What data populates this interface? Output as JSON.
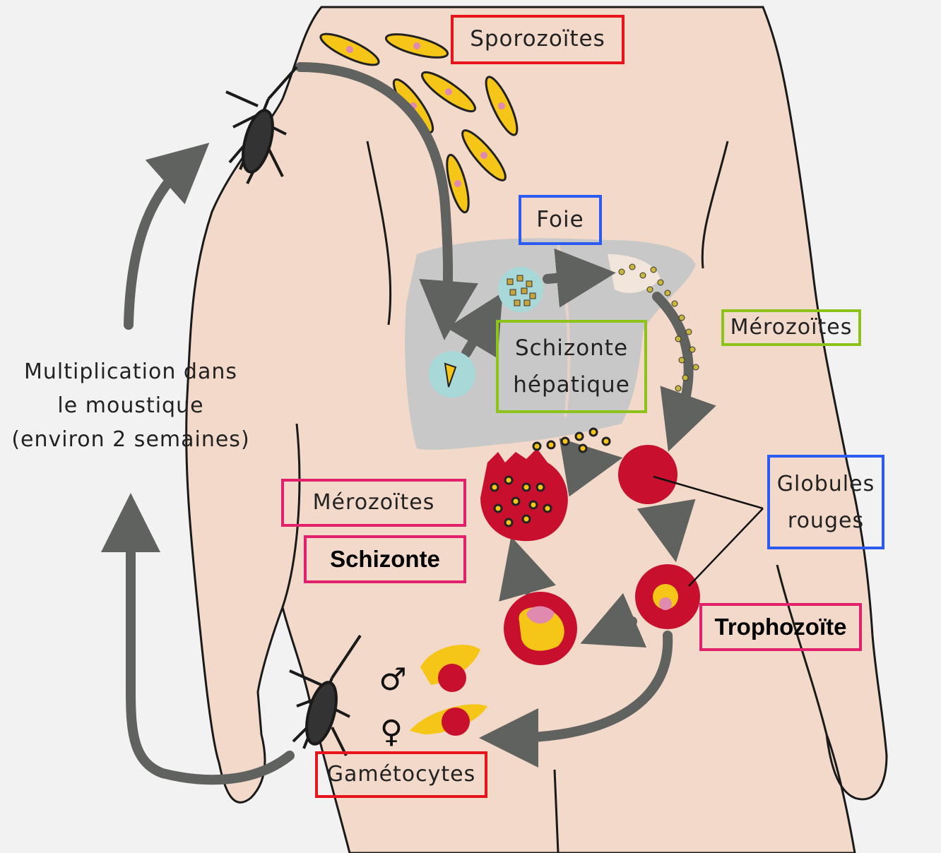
{
  "labels": {
    "sporozoites": "Sporozoïtes",
    "foie": "Foie",
    "merozoites_liver": "Mérozoïtes",
    "schizonte_hepatique_1": "Schizonte",
    "schizonte_hepatique_2": "hépatique",
    "multiplication_1": "Multiplication dans",
    "multiplication_2": "le moustique",
    "multiplication_3": "(environ 2 semaines)",
    "merozoites_blood": "Mérozoïtes",
    "schizonte": "Schizonte",
    "globules_1": "Globules",
    "globules_2": "rouges",
    "trophozoite": "Trophozoïte",
    "gametocytes": "Gamétocytes",
    "male_symbol": "♂",
    "female_symbol": "♀"
  },
  "colors": {
    "skin": "#f2d9c9",
    "liver": "#c8c8c8",
    "arrow": "#5f625f",
    "red_cell": "#c8102e",
    "parasite_yellow": "#f5c518",
    "box_red": "#e8141c",
    "box_blue": "#2d5bf0",
    "box_green": "#8cc21a",
    "box_pink": "#e3206d"
  }
}
